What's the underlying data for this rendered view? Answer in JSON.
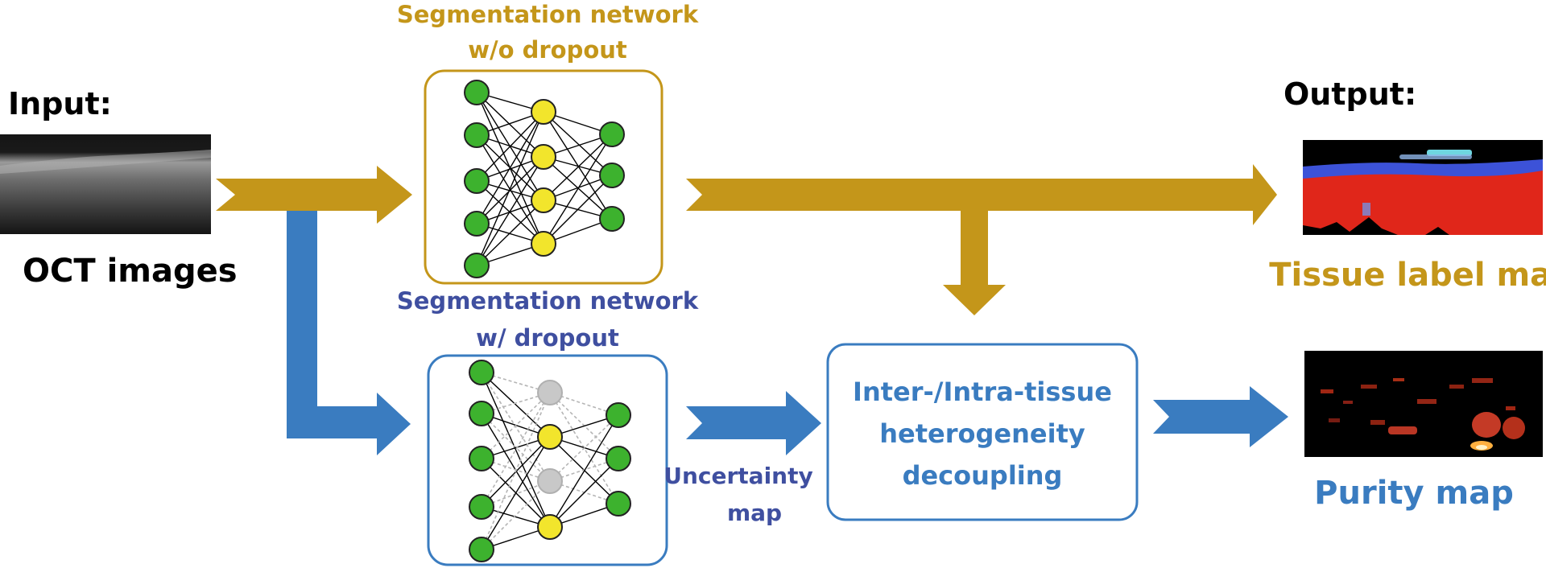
{
  "colors": {
    "gold": "#C4961A",
    "blue": "#3A7CC0",
    "dark_blue": "#3F4FA0",
    "node_green": "#3DB22E",
    "node_yellow": "#F2E52C",
    "node_dropped": "#C8C8C8",
    "black": "#000000"
  },
  "input": {
    "heading": "Input:",
    "caption": "OCT images"
  },
  "network_top": {
    "title_line1": "Segmentation network",
    "title_line2": "w/o dropout"
  },
  "network_bottom": {
    "title_line1": "Segmentation network",
    "title_line2": "w/ dropout"
  },
  "uncertainty": {
    "line1": "Uncertainty",
    "line2": "map"
  },
  "decoupling": {
    "line1": "Inter-/Intra-tissue",
    "line2": "heterogeneity",
    "line3": "decoupling"
  },
  "output": {
    "heading": "Output:",
    "tissue_caption": "Tissue label map",
    "purity_caption": "Purity map"
  }
}
